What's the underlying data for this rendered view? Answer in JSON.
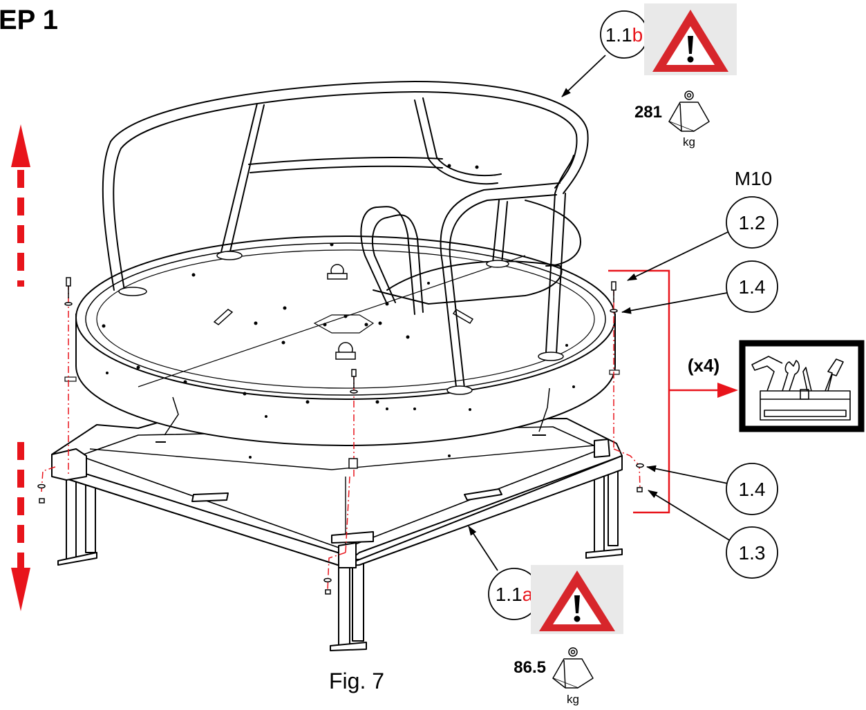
{
  "step_title": "EP 1",
  "figure_caption": "Fig. 7",
  "callouts": {
    "c11b": {
      "num": "1.1",
      "suffix": "b"
    },
    "c11a": {
      "num": "1.1",
      "suffix": "a"
    },
    "c12": "1.2",
    "c14_top": "1.4",
    "c14_bottom": "1.4",
    "c13": "1.3"
  },
  "bolt_size": "M10",
  "quantity": "(x4)",
  "weights": {
    "top": {
      "value": "281",
      "unit": "kg"
    },
    "bottom": {
      "value": "86.5",
      "unit": "kg"
    }
  },
  "icons": [
    "warning-triangle-icon",
    "weight-icon",
    "toolbox-icon",
    "lift-arrow-icon"
  ],
  "colors": {
    "accent": "#e8141b",
    "warning_red": "#d7262b",
    "line": "#000000"
  }
}
